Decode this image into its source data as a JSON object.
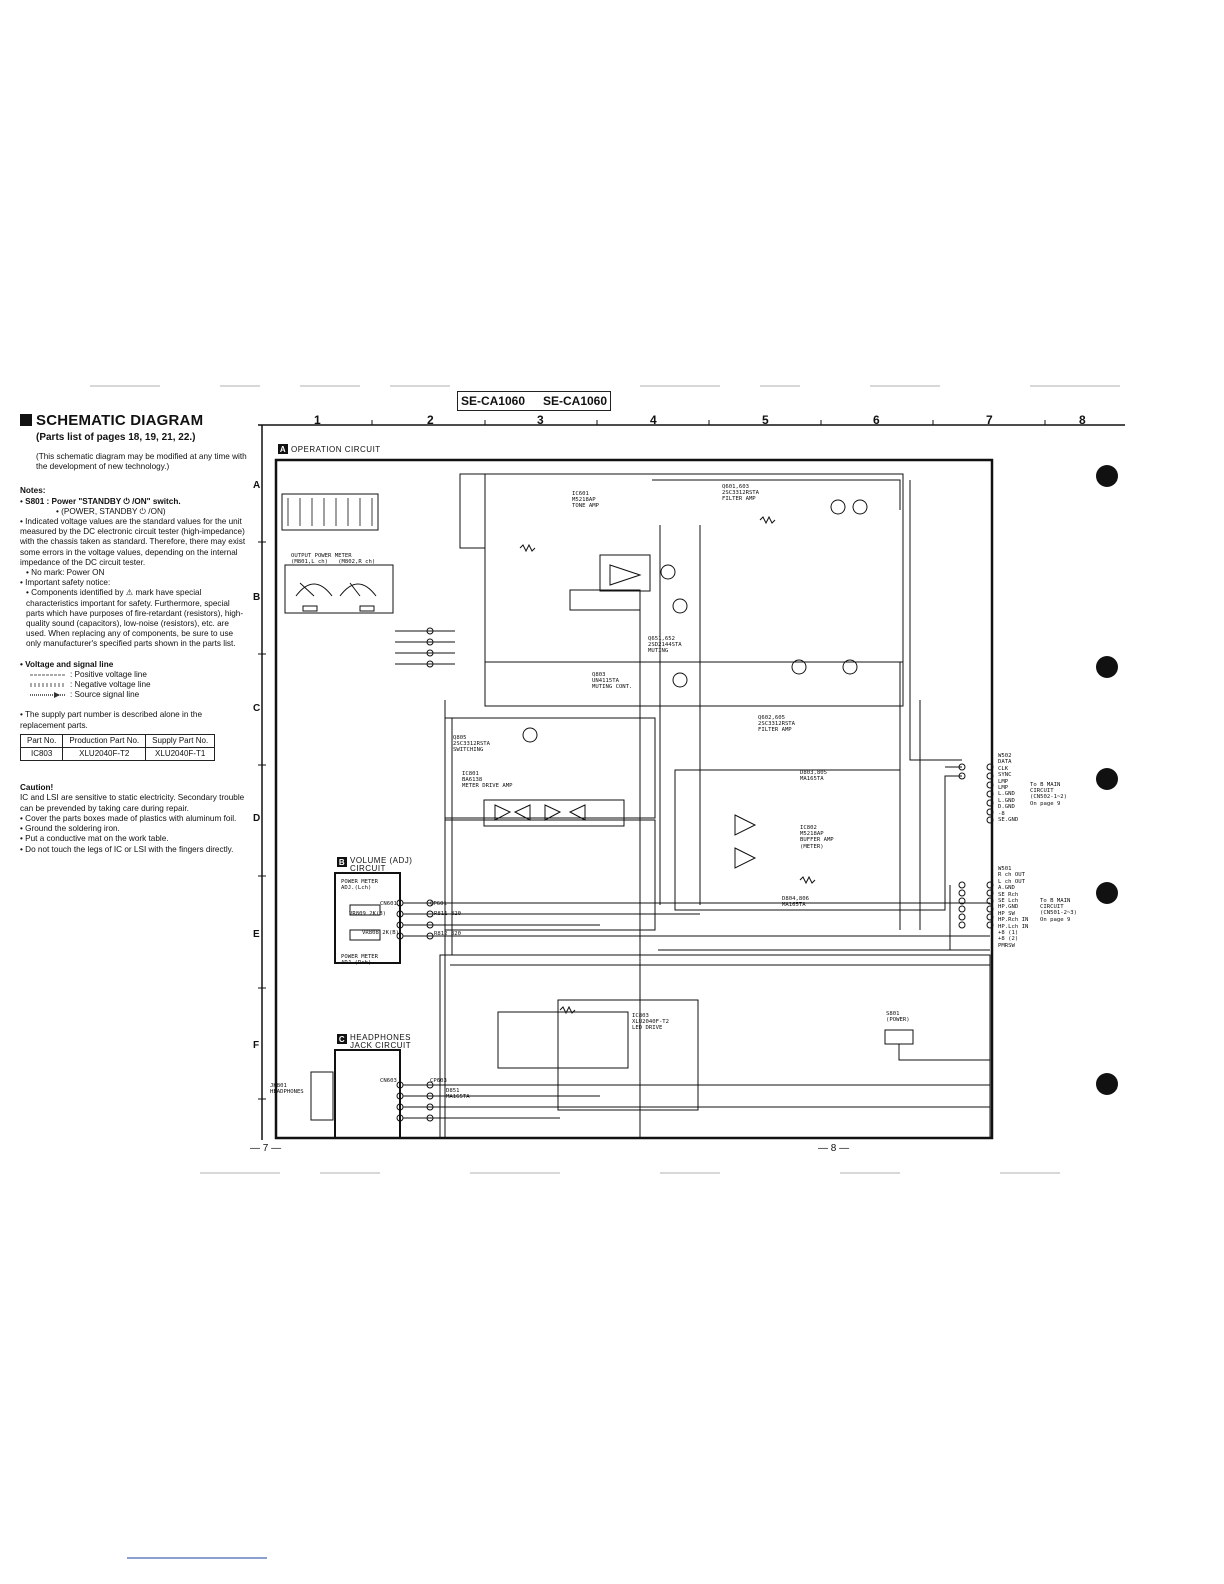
{
  "header": {
    "model_left": "SE-CA1060",
    "model_right": "SE-CA1060"
  },
  "title": "SCHEMATIC DIAGRAM",
  "subtitle": "(Parts list of pages 18, 19, 21, 22.)",
  "notes": {
    "intro": "(This schematic diagram may be modified at any time with the development of new technology.)",
    "heading": "Notes:",
    "s801": "S801 : Power \"STANDBY ⏻ /ON\" switch.",
    "s801_sub": "(POWER, STANDBY ⏻ /ON)",
    "voltage": "Indicated voltage values are the standard values for the unit measured by the DC electronic circuit tester (high-impedance) with the chassis taken as standard. Therefore, there may exist some errors in the voltage values, depending on the internal impedance of the DC circuit tester.",
    "no_mark": "No mark: Power ON",
    "safety_heading": "Important safety notice:",
    "safety": "Components identified by ⚠ mark have special characteristics important for safety. Furthermore, special parts which have purposes of fire-retardant (resistors), high-quality sound (capacitors), low-noise (resistors), etc. are used.  When replacing any of components, be sure to use only manufacturer's specified parts shown in the parts list.",
    "signal_heading": "Voltage and signal line",
    "positive": ": Positive voltage line",
    "negative": ": Negative voltage line",
    "source": ": Source signal line",
    "supply_note": "The supply part number is described alone in the replacement parts.",
    "table_headers": [
      "Part No.",
      "Production Part No.",
      "Supply Part No."
    ],
    "table_rows": [
      [
        "IC803",
        "XLU2040F-T2",
        "XLU2040F-T1"
      ]
    ],
    "caution_heading": "Caution!",
    "caution": "IC and LSI are sensitive to static electricity. Secondary trouble can be prevended by taking care during repair.",
    "caution_items": [
      "Cover the parts boxes made of plastics with aluminum foil.",
      "Ground the soldering iron.",
      "Put a conductive mat on the work table.",
      "Do not touch the legs of IC or LSI with the fingers directly."
    ]
  },
  "grid": {
    "columns": [
      "1",
      "2",
      "3",
      "4",
      "5",
      "6",
      "7",
      "8"
    ],
    "rows": [
      "A",
      "B",
      "C",
      "D",
      "E",
      "F"
    ]
  },
  "sections": {
    "operation": {
      "letter": "A",
      "label": "OPERATION CIRCUIT"
    },
    "volume": {
      "letter": "B",
      "label": "VOLUME (ADJ) CIRCUIT"
    },
    "headphones": {
      "letter": "C",
      "label": "HEADPHONES JACK CIRCUIT"
    }
  },
  "components": {
    "ic601": "IC601\nM5218AP\nTONE AMP",
    "q601": "Q601,603\n2SC3312RSTA\nFILTER AMP",
    "q651": "Q651,652\n2SD2144STA\nMUTING",
    "q803": "Q803\nUN4115TA\nMUTING CONT.",
    "q602": "Q602,605\n2SC3312RSTA\nFILTER AMP",
    "q805": "Q805\n2SC3312RSTA\nSWITCHING",
    "ic801": "IC801\nBA6138\nMETER DRIVE AMP",
    "ic802": "IC802\nM5218AP\nBUFFER AMP\n(METER)",
    "d803": "D803,805\nMA165TA",
    "d804": "D804,806\nMA165TA",
    "ic803": "IC803\nXLU2040F-T2\nLED DRIVE",
    "output_meter": "OUTPUT POWER METER\n(M801,L ch)   (M802,R ch)",
    "vr809": "VR809 2K(B)",
    "vr808": "VR808 2K(B)",
    "pm_l": "POWER METER\nADJ.(Lch)",
    "pm_r": "POWER METER\nADJ.(Rch)",
    "jk801": "JK801\nHEADPHONES",
    "s801": "S801\n(POWER)",
    "cn601": "CN601",
    "cn603": "CN603",
    "cp601": "CP601",
    "cp603": "CP603",
    "d851": "D851\nMA165TA",
    "r811": "R811 820",
    "r812": "R812 820"
  },
  "connectors": {
    "w502_title": "W502",
    "w502": [
      "DATA",
      "CLK",
      "SYNC",
      "LMP",
      "LMP",
      "L.GND",
      "L.GND",
      "D.GND",
      "-8",
      "SE.GND"
    ],
    "w502_to": "To B MAIN\nCIRCUIT\n(CN502-1~2)\nOn page 9",
    "w501_title": "W501",
    "w501": [
      "R ch OUT",
      "L ch OUT",
      "A.GND",
      "SE Rch",
      "SE Lch",
      "HP.GND",
      "HP SW",
      "HP.Rch IN",
      "HP.Lch IN",
      "+8 (1)",
      "+8 (2)",
      "PMRSW"
    ],
    "w501_to": "To B MAIN\nCIRCUIT\n(CN501-2~3)\nOn page 9"
  },
  "page_numbers": {
    "left": "— 7 —",
    "right": "— 8 —"
  }
}
